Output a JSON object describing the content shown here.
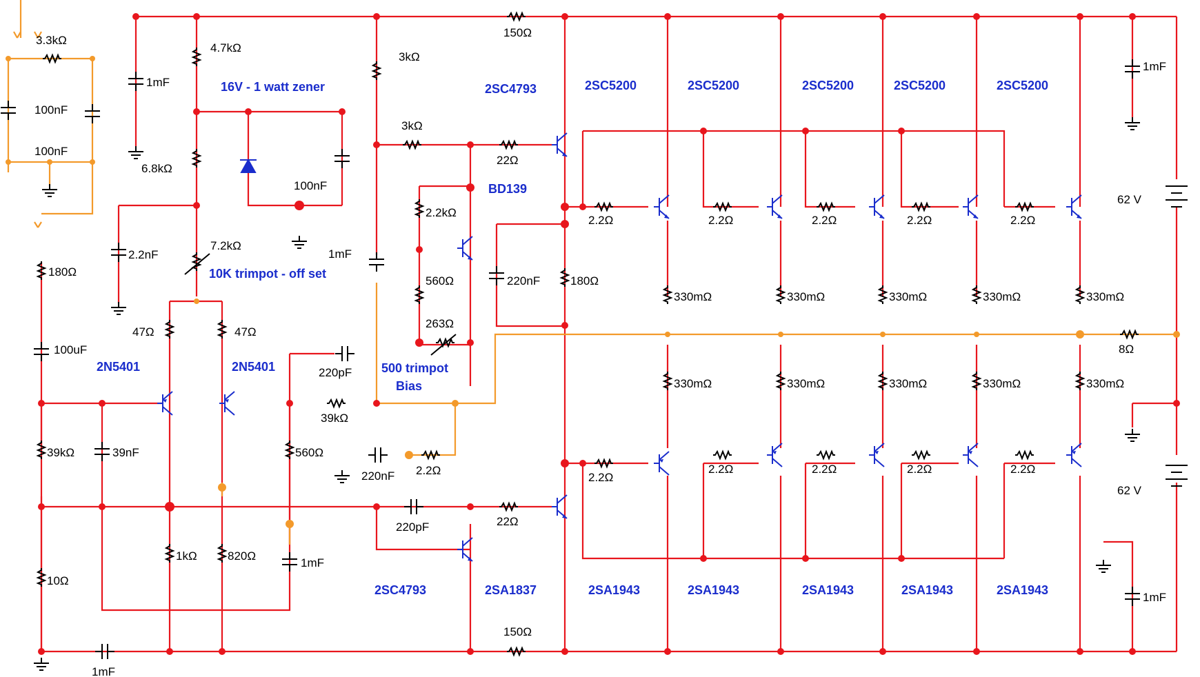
{
  "labels": {
    "r_3k3": "3.3kΩ",
    "c_100n_a": "100nF",
    "c_100n_b": "100nF",
    "c_1mF_top": "1mF",
    "r_4k7": "4.7kΩ",
    "zener": "16V - 1 watt zener",
    "r_6k8": "6.8kΩ",
    "c_100n_z": "100nF",
    "c_2n2": "2.2nF",
    "r_7k2": "7.2kΩ",
    "trim_offset": "10K trimpot - off set",
    "r_3k_a": "3kΩ",
    "r_3k_b": "3kΩ",
    "c_1mF_mid": "1mF",
    "r_150_top": "150Ω",
    "q_2sc4793_top": "2SC4793",
    "r_22_top": "22Ω",
    "q_bd139": "BD139",
    "r_2k2": "2.2kΩ",
    "r_560_bias": "560Ω",
    "r_263": "263Ω",
    "trim_bias_1": "500 trimpot",
    "trim_bias_2": "Bias",
    "c_220n_mid": "220nF",
    "r_180_mid": "180Ω",
    "r_180_in": "180Ω",
    "c_100u": "100uF",
    "r_47_a": "47Ω",
    "r_47_b": "47Ω",
    "q_2n5401_a": "2N5401",
    "q_2n5401_b": "2N5401",
    "c_220p_a": "220pF",
    "r_39k_fb": "39kΩ",
    "r_39k_in": "39kΩ",
    "c_39n": "39nF",
    "r_560_vas": "560Ω",
    "c_220n_zob": "220nF",
    "r_2r2_zob": "2.2Ω",
    "c_220p_b": "220pF",
    "r_22_bot": "22Ω",
    "r_1k": "1kΩ",
    "r_820": "820Ω",
    "c_1mF_vas": "1mF",
    "r_10": "10Ω",
    "c_1mF_in": "1mF",
    "q_2sc4793_bot": "2SC4793",
    "q_2sa1837": "2SA1837",
    "r_150_bot": "150Ω",
    "q_2sc5200": "2SC5200",
    "q_2sa1943": "2SA1943",
    "r_2r2": "2.2Ω",
    "r_330m": "330mΩ",
    "c_1mF_r_top": "1mF",
    "c_1mF_r_bot": "1mF",
    "v_62_top": "62 V",
    "v_62_bot": "62 V",
    "r_8": "8Ω"
  },
  "colors": {
    "wire": "#e8161d",
    "signal_wire": "#f39a2b",
    "part_label": "#1a2dcc",
    "component": "#000000"
  }
}
